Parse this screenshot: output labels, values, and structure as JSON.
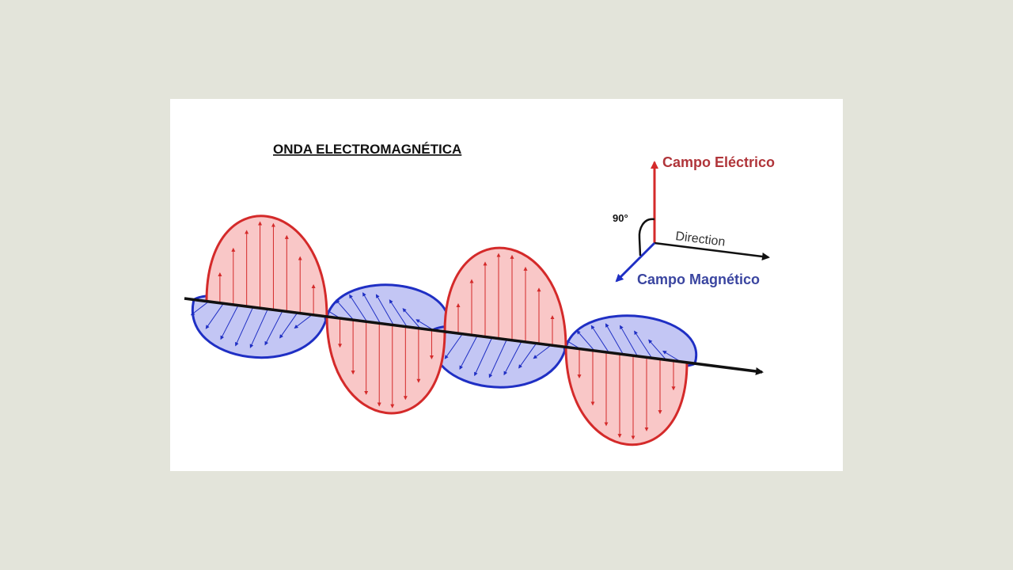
{
  "title": "ONDA ELECTROMAGNÉTICA",
  "legend": {
    "electric_label": "Campo Eléctrico",
    "magnetic_label": "Campo Magnético",
    "direction_label": "Direction",
    "angle_label": "90°"
  },
  "colors": {
    "page_background": "#e3e4da",
    "panel_background": "#ffffff",
    "electric_stroke": "#d42a2a",
    "electric_fill": "#f9c7c7",
    "magnetic_stroke": "#1f2fc4",
    "magnetic_fill": "#c3c6f4",
    "axis": "#111111",
    "electric_text": "#b0353a",
    "magnetic_text": "#3a45a0"
  }
}
